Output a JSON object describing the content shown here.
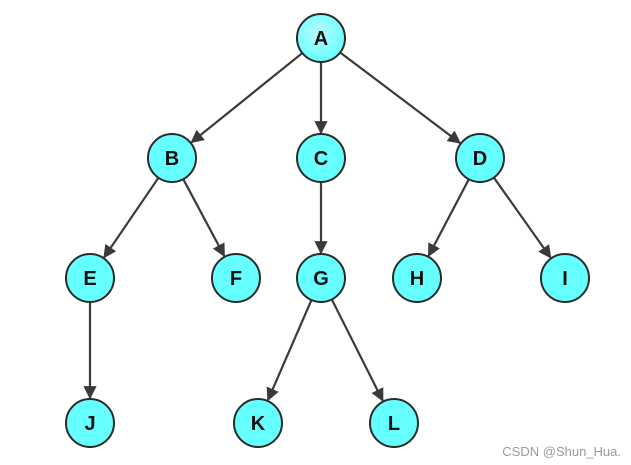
{
  "diagram": {
    "nodes": [
      {
        "id": "A",
        "label": "A"
      },
      {
        "id": "B",
        "label": "B"
      },
      {
        "id": "C",
        "label": "C"
      },
      {
        "id": "D",
        "label": "D"
      },
      {
        "id": "E",
        "label": "E"
      },
      {
        "id": "F",
        "label": "F"
      },
      {
        "id": "G",
        "label": "G"
      },
      {
        "id": "H",
        "label": "H"
      },
      {
        "id": "I",
        "label": "I"
      },
      {
        "id": "J",
        "label": "J"
      },
      {
        "id": "K",
        "label": "K"
      },
      {
        "id": "L",
        "label": "L"
      }
    ],
    "edges": [
      {
        "from": "A",
        "to": "B"
      },
      {
        "from": "A",
        "to": "C"
      },
      {
        "from": "A",
        "to": "D"
      },
      {
        "from": "B",
        "to": "E"
      },
      {
        "from": "B",
        "to": "F"
      },
      {
        "from": "C",
        "to": "G"
      },
      {
        "from": "D",
        "to": "H"
      },
      {
        "from": "D",
        "to": "I"
      },
      {
        "from": "E",
        "to": "J"
      },
      {
        "from": "G",
        "to": "K"
      },
      {
        "from": "G",
        "to": "L"
      }
    ],
    "colors": {
      "node_fill": "#66ffff",
      "root_fill": "#8ff7ff",
      "node_stroke": "#2b2b2b",
      "edge": "#3a3a3a"
    }
  },
  "watermark": "CSDN @Shun_Hua."
}
